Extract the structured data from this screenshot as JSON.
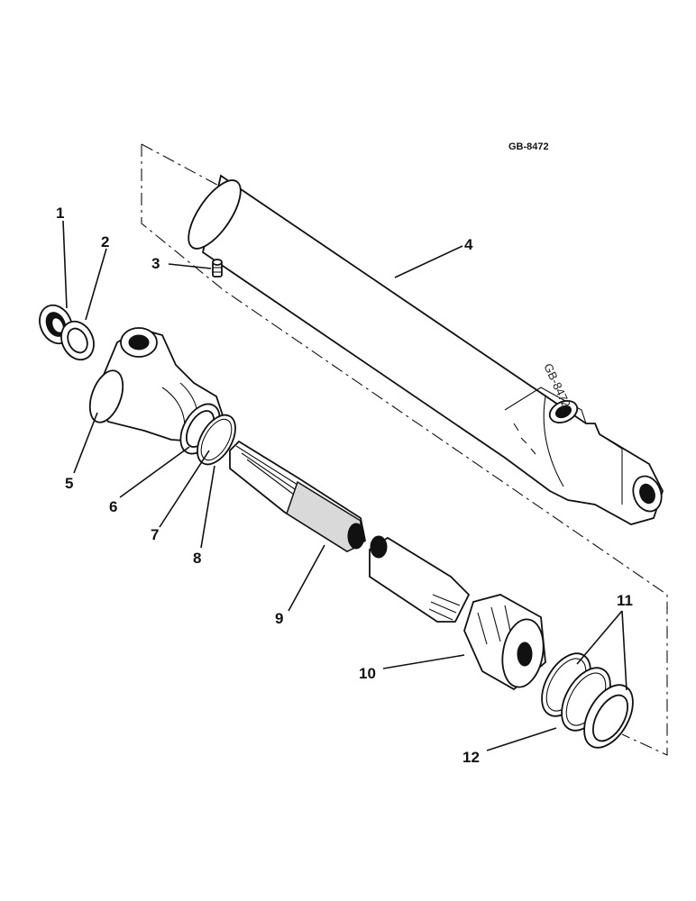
{
  "drawing_code": "GB-8472",
  "cylinder_stamp": "GB-8472",
  "callouts": [
    {
      "id": "1",
      "text": "1"
    },
    {
      "id": "2",
      "text": "2"
    },
    {
      "id": "3",
      "text": "3"
    },
    {
      "id": "4",
      "text": "4"
    },
    {
      "id": "5",
      "text": "5"
    },
    {
      "id": "6",
      "text": "6"
    },
    {
      "id": "7",
      "text": "7"
    },
    {
      "id": "8",
      "text": "8"
    },
    {
      "id": "9",
      "text": "9"
    },
    {
      "id": "10",
      "text": "10"
    },
    {
      "id": "11",
      "text": "11"
    },
    {
      "id": "12",
      "text": "12"
    }
  ]
}
